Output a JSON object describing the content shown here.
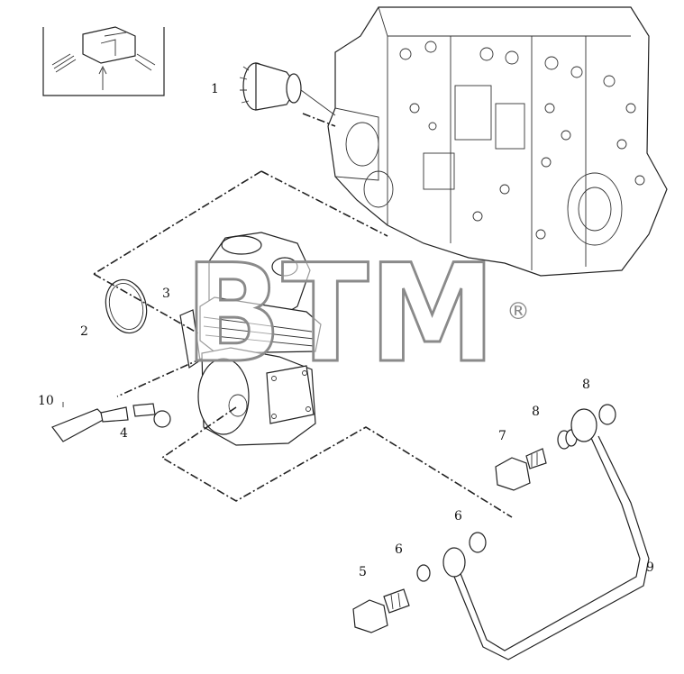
{
  "watermark": {
    "text": "BTM",
    "mark": "®"
  },
  "callouts": [
    {
      "id": "c1",
      "label": "1"
    },
    {
      "id": "c2",
      "label": "2"
    },
    {
      "id": "c3",
      "label": "3"
    },
    {
      "id": "c4",
      "label": "4"
    },
    {
      "id": "c5",
      "label": "5"
    },
    {
      "id": "c6a",
      "label": "6"
    },
    {
      "id": "c6b",
      "label": "6"
    },
    {
      "id": "c7",
      "label": "7"
    },
    {
      "id": "c8a",
      "label": "8"
    },
    {
      "id": "c8b",
      "label": "8"
    },
    {
      "id": "c9",
      "label": "9"
    },
    {
      "id": "c10",
      "label": "10"
    }
  ],
  "colors": {
    "ink": "#222222",
    "watermark": "#8a8a8a",
    "background": "#ffffff"
  }
}
